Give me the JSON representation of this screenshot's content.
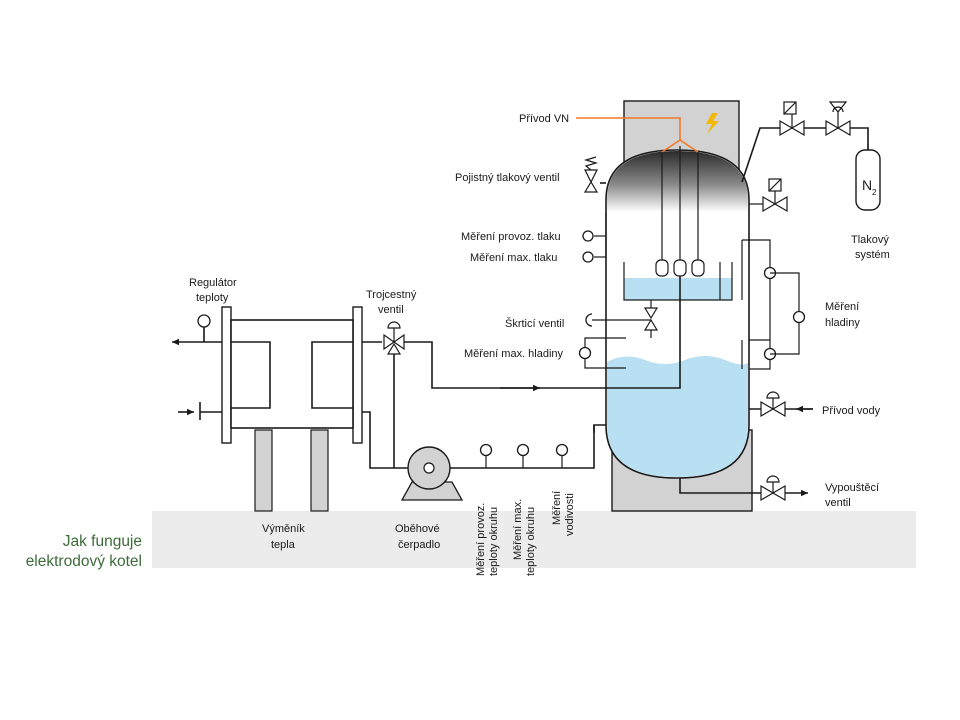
{
  "caption": {
    "line1": "Jak funguje",
    "line2": "elektrodový kotel"
  },
  "labels": {
    "hv_supply": "Přívod VN",
    "safety_valve": "Pojistný tlakový ventil",
    "op_pressure": "Měření provoz. tlaku",
    "max_pressure": "Měření max. tlaku",
    "throttle_valve": "Škrticí ventil",
    "max_level": "Měření max. hladiny",
    "level_1": "Měření",
    "level_2": "hladiny",
    "pressure_system_1": "Tlakový",
    "pressure_system_2": "systém",
    "water_supply": "Přívod vody",
    "drain_1": "Vypouštěcí",
    "drain_2": "ventil",
    "temp_reg_1": "Regulátor",
    "temp_reg_2": "teploty",
    "three_way_1": "Trojcestný",
    "three_way_2": "ventil",
    "hex_1": "Výměník",
    "hex_2": "tepla",
    "pump_1": "Oběhové",
    "pump_2": "čerpadlo",
    "circ_temp_1": "Měření provoz.",
    "circ_temp_2": "teploty okruhu",
    "circ_max_1": "Měření max.",
    "circ_max_2": "teploty okruhu",
    "cond_1": "Měření",
    "cond_2": "vodivosti",
    "n2_main": "N",
    "n2_sub": "2"
  },
  "colors": {
    "water": "#b8e0f2",
    "floor": "#ececec",
    "housing": "#d2d2d2",
    "hv_line": "#f07b2a",
    "lightning": "#f5b800",
    "caption": "#3d6b3a"
  }
}
